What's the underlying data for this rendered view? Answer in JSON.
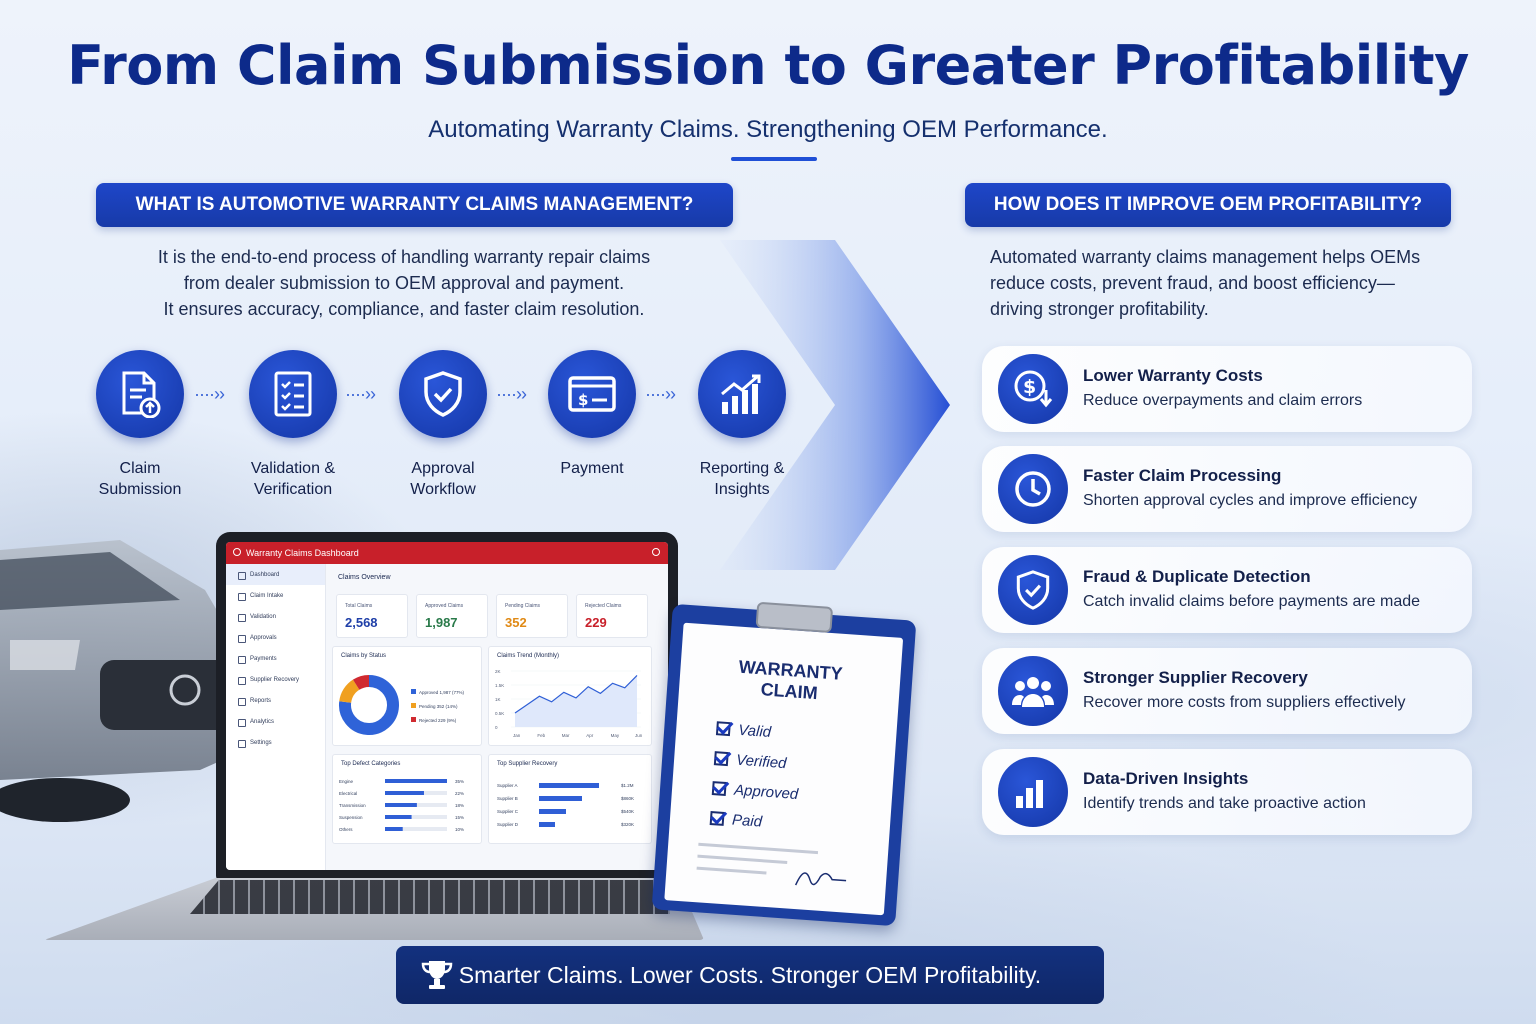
{
  "header": {
    "title": "From Claim Submission to Greater Profitability",
    "subtitle": "Automating Warranty Claims. Strengthening OEM Performance."
  },
  "left": {
    "heading": "WHAT IS AUTOMOTIVE WARRANTY CLAIMS MANAGEMENT?",
    "desc_lines": [
      "It is the end-to-end process of handling warranty repair claims",
      "from dealer submission to OEM approval and payment.",
      "It ensures accuracy, compliance, and faster claim resolution."
    ],
    "steps": [
      {
        "label1": "Claim",
        "label2": "Submission",
        "icon": "document-upload-icon"
      },
      {
        "label1": "Validation &",
        "label2": "Verification",
        "icon": "checklist-icon"
      },
      {
        "label1": "Approval",
        "label2": "Workflow",
        "icon": "shield-check-icon"
      },
      {
        "label1": "Payment",
        "label2": "",
        "icon": "payment-card-icon"
      },
      {
        "label1": "Reporting &",
        "label2": "Insights",
        "icon": "bar-chart-icon"
      }
    ]
  },
  "right": {
    "heading": "HOW DOES IT IMPROVE OEM PROFITABILITY?",
    "desc_lines": [
      "Automated warranty claims management helps OEMs",
      "reduce costs, prevent fraud, and boost efficiency—",
      "driving stronger profitability."
    ],
    "benefits": [
      {
        "title": "Lower Warranty Costs",
        "subtitle": "Reduce overpayments and claim errors",
        "icon": "dollar-down-icon"
      },
      {
        "title": "Faster Claim Processing",
        "subtitle": "Shorten approval cycles and improve efficiency",
        "icon": "clock-icon"
      },
      {
        "title": "Fraud & Duplicate Detection",
        "subtitle": "Catch invalid claims before payments are made",
        "icon": "shield-check-icon"
      },
      {
        "title": "Stronger Supplier Recovery",
        "subtitle": "Recover more costs from suppliers effectively",
        "icon": "users-icon"
      },
      {
        "title": "Data-Driven Insights",
        "subtitle": "Identify trends and take proactive action",
        "icon": "bar-chart-icon"
      }
    ]
  },
  "dashboard": {
    "title": "Warranty Claims Dashboard",
    "nav": [
      "Dashboard",
      "Claim Intake",
      "Validation",
      "Approvals",
      "Payments",
      "Supplier Recovery",
      "Reports",
      "Analytics",
      "Settings"
    ],
    "overview_title": "Claims Overview",
    "kpis": [
      {
        "label": "Total Claims",
        "value": "2,568",
        "color": "#1f3fa8"
      },
      {
        "label": "Approved Claims",
        "value": "1,987",
        "color": "#2a7a4a"
      },
      {
        "label": "Pending Claims",
        "value": "352",
        "color": "#e08a16"
      },
      {
        "label": "Rejected Claims",
        "value": "229",
        "color": "#c8202a"
      }
    ],
    "status_title": "Claims by Status",
    "status_legend": [
      {
        "label": "Approved 1,987 (77%)",
        "value": 77,
        "color": "#2f63d8"
      },
      {
        "label": "Pending 352 (14%)",
        "value": 14,
        "color": "#f0a020"
      },
      {
        "label": "Rejected 229 (9%)",
        "value": 9,
        "color": "#d02a30"
      }
    ],
    "trend_title": "Claims Trend (Monthly)",
    "trend_months": [
      "Jan",
      "Feb",
      "Mar",
      "Apr",
      "May",
      "Jun"
    ],
    "trend_yticks": [
      "2K",
      "1.5K",
      "1K",
      "0.5K",
      "0"
    ],
    "defect_title": "Top Defect Categories",
    "defects": [
      {
        "name": "Engine",
        "pct": "35%",
        "value": 35
      },
      {
        "name": "Electrical",
        "pct": "22%",
        "value": 22
      },
      {
        "name": "Transmission",
        "pct": "18%",
        "value": 18
      },
      {
        "name": "Suspension",
        "pct": "15%",
        "value": 15
      },
      {
        "name": "Others",
        "pct": "10%",
        "value": 10
      }
    ],
    "supplier_title": "Top Supplier Recovery",
    "suppliers": [
      {
        "name": "Supplier A",
        "amount": "$1.2M",
        "value": 1.2
      },
      {
        "name": "Supplier B",
        "amount": "$860K",
        "value": 0.86
      },
      {
        "name": "Supplier C",
        "amount": "$540K",
        "value": 0.54
      },
      {
        "name": "Supplier D",
        "amount": "$320K",
        "value": 0.32
      }
    ]
  },
  "clipboard": {
    "title1": "WARRANTY",
    "title2": "CLAIM",
    "items": [
      "Valid",
      "Verified",
      "Approved",
      "Paid"
    ]
  },
  "banner": {
    "text": "Smarter Claims. Lower Costs. Stronger OEM Profitability."
  },
  "colors": {
    "primary": "#1e46c9",
    "navy": "#0d2a8a",
    "banner": "#13317f"
  }
}
